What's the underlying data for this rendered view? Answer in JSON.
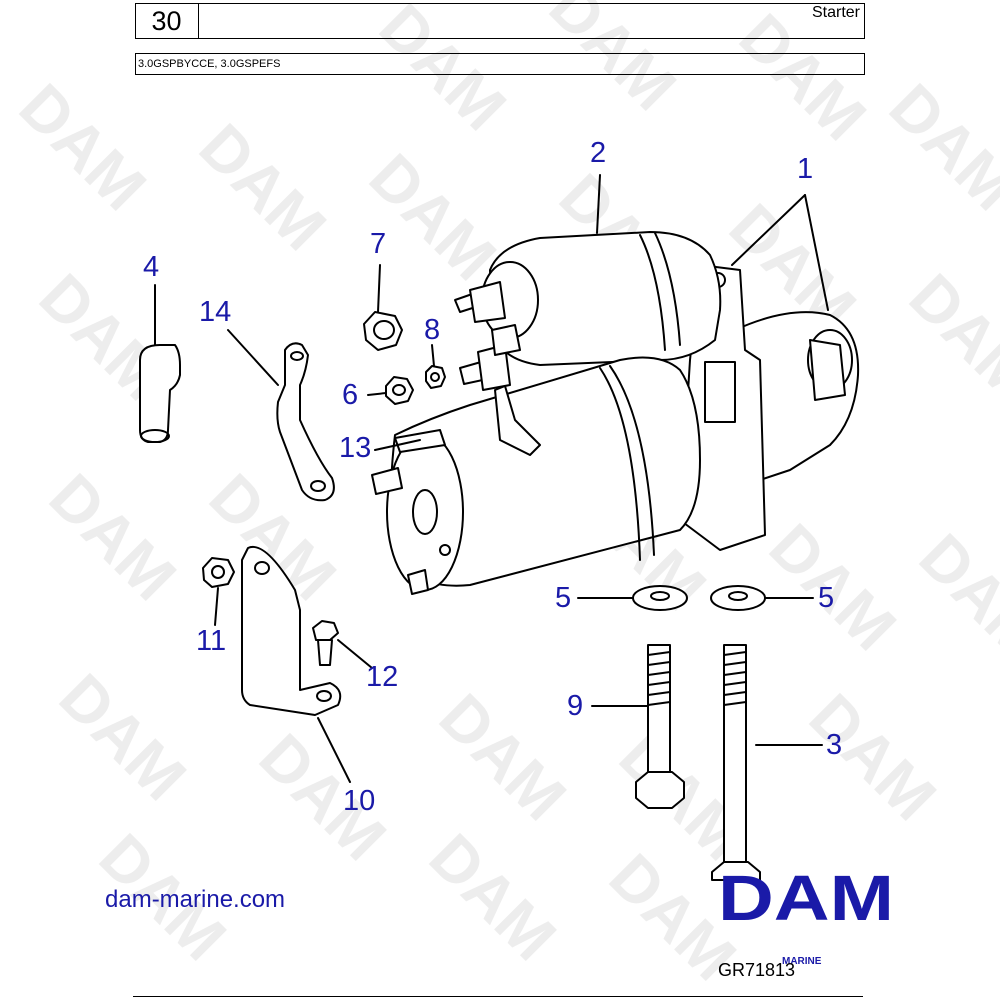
{
  "header": {
    "section_number": "30",
    "title": "Starter",
    "models": "3.0GSPBYCCE, 3.0GSPEFS"
  },
  "watermark_text": "DAM",
  "callouts": {
    "c1": "1",
    "c2": "2",
    "c3": "3",
    "c4": "4",
    "c5a": "5",
    "c5b": "5",
    "c6": "6",
    "c7": "7",
    "c8": "8",
    "c9": "9",
    "c10": "10",
    "c11": "11",
    "c12": "12",
    "c13": "13",
    "c14": "14"
  },
  "footer": {
    "website": "dam-marine.com",
    "figure_code": "GR71813",
    "logo_text": "DAM",
    "logo_subtext": "MARINE"
  },
  "colors": {
    "callout": "#1a1aa8",
    "logo": "#1a1aa8",
    "watermark": "#ededed"
  }
}
